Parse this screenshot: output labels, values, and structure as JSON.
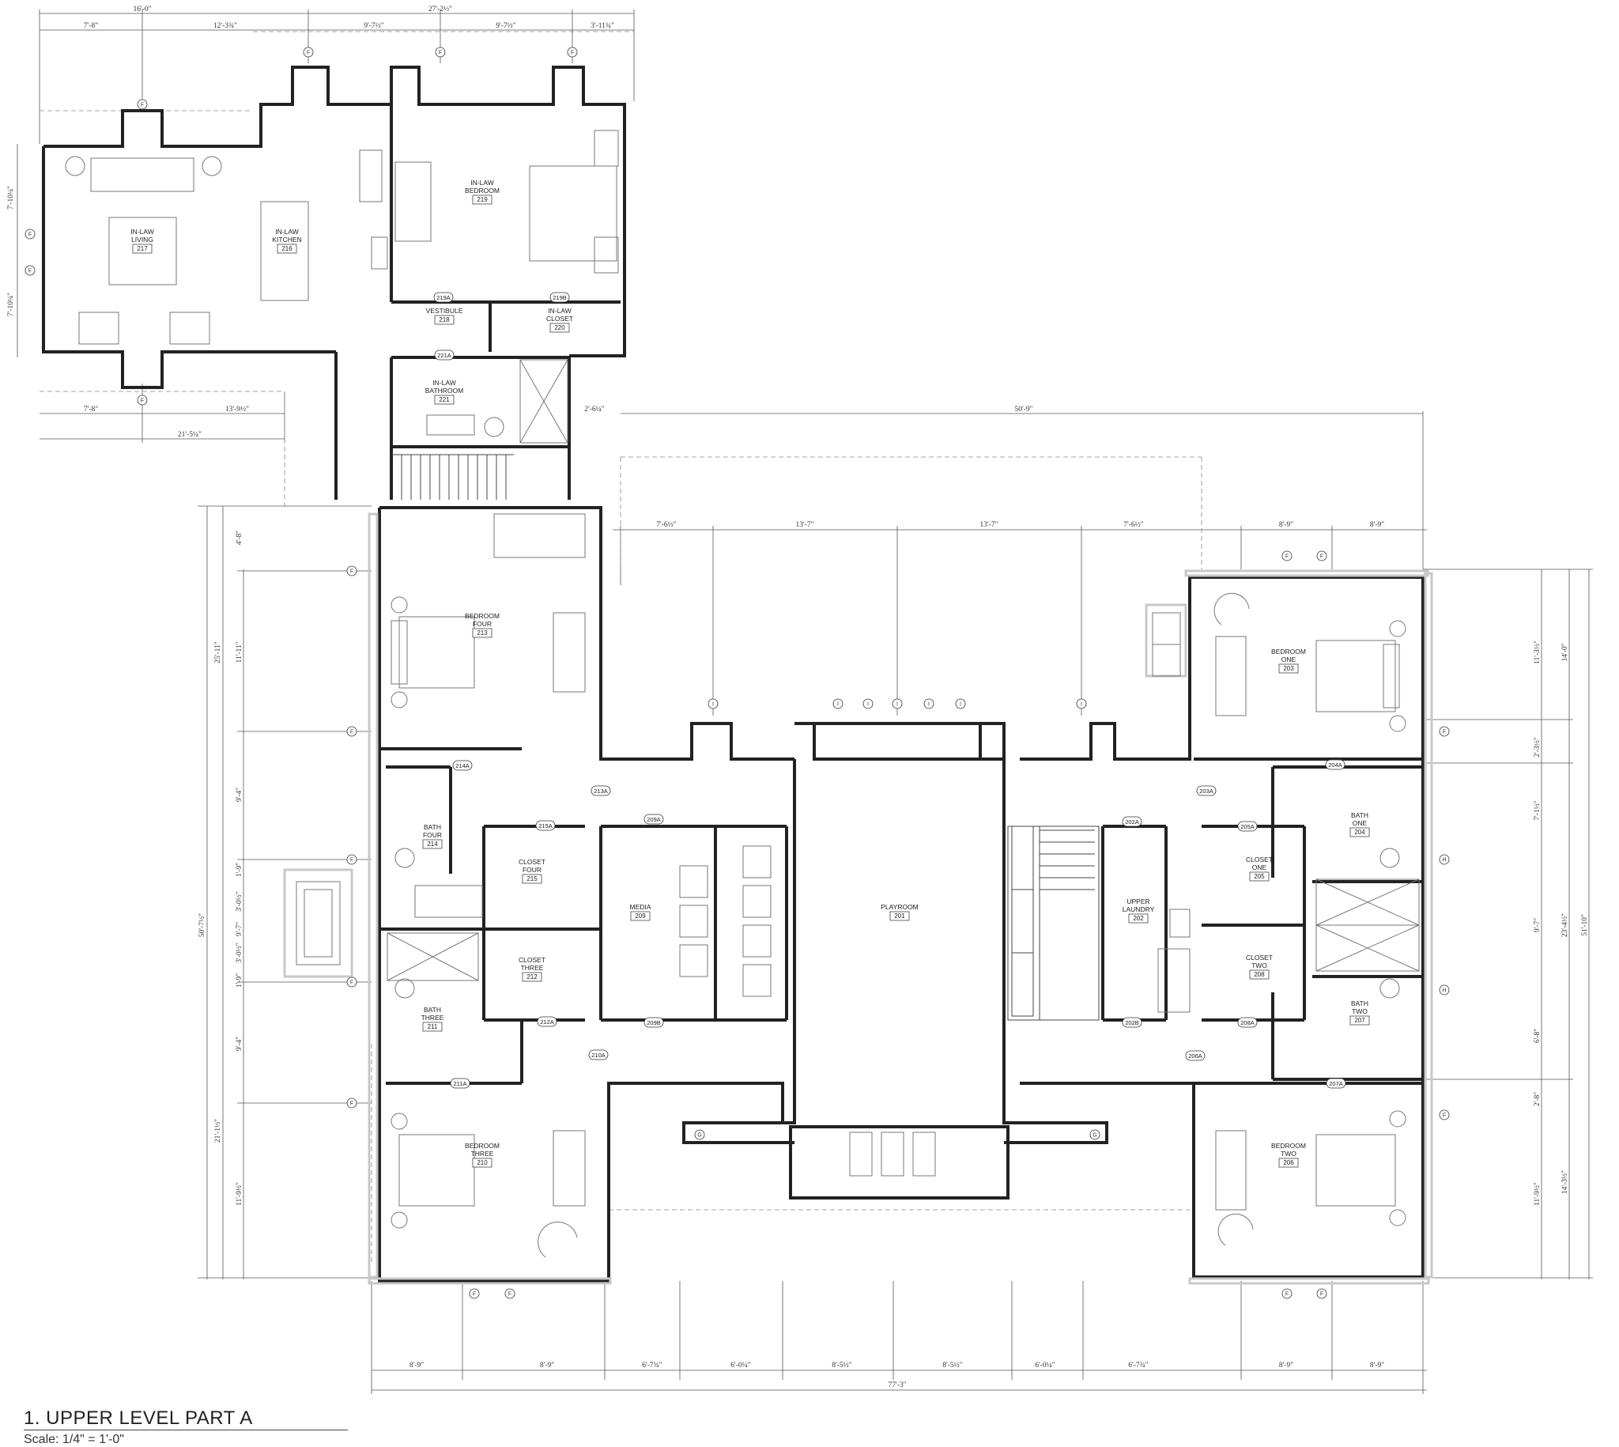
{
  "drawing": {
    "title": "1. UPPER LEVEL PART A",
    "scale": "Scale: 1/4\" = 1'-0\""
  },
  "rooms": [
    {
      "id": "inlaw-living",
      "lines": [
        "IN-LAW",
        "LIVING"
      ],
      "number": "217"
    },
    {
      "id": "inlaw-kitchen",
      "lines": [
        "IN-LAW",
        "KITCHEN"
      ],
      "number": "216"
    },
    {
      "id": "inlaw-bedroom",
      "lines": [
        "IN-LAW",
        "BEDROOM"
      ],
      "number": "219"
    },
    {
      "id": "vestibule",
      "lines": [
        "VESTIBULE"
      ],
      "number": "218"
    },
    {
      "id": "inlaw-closet",
      "lines": [
        "IN-LAW",
        "CLOSET"
      ],
      "number": "220"
    },
    {
      "id": "inlaw-bathroom",
      "lines": [
        "IN-LAW",
        "BATHROOM"
      ],
      "number": "221"
    },
    {
      "id": "bedroom-four",
      "lines": [
        "BEDROOM",
        "FOUR"
      ],
      "number": "213"
    },
    {
      "id": "bath-four",
      "lines": [
        "BATH",
        "FOUR"
      ],
      "number": "214"
    },
    {
      "id": "closet-four",
      "lines": [
        "CLOSET",
        "FOUR"
      ],
      "number": "215"
    },
    {
      "id": "media",
      "lines": [
        "MEDIA"
      ],
      "number": "209"
    },
    {
      "id": "closet-three",
      "lines": [
        "CLOSET",
        "THREE"
      ],
      "number": "212"
    },
    {
      "id": "bath-three",
      "lines": [
        "BATH",
        "THREE"
      ],
      "number": "211"
    },
    {
      "id": "bedroom-three",
      "lines": [
        "BEDROOM",
        "THREE"
      ],
      "number": "210"
    },
    {
      "id": "playroom",
      "lines": [
        "PLAYROOM"
      ],
      "number": "201"
    },
    {
      "id": "upper-laundry",
      "lines": [
        "UPPER",
        "LAUNDRY"
      ],
      "number": "202"
    },
    {
      "id": "bedroom-one",
      "lines": [
        "BEDROOM",
        "ONE"
      ],
      "number": "203"
    },
    {
      "id": "bath-one",
      "lines": [
        "BATH",
        "ONE"
      ],
      "number": "204"
    },
    {
      "id": "closet-one",
      "lines": [
        "CLOSET",
        "ONE"
      ],
      "number": "205"
    },
    {
      "id": "closet-two",
      "lines": [
        "CLOSET",
        "TWO"
      ],
      "number": "208"
    },
    {
      "id": "bath-two",
      "lines": [
        "BATH",
        "TWO"
      ],
      "number": "207"
    },
    {
      "id": "bedroom-two",
      "lines": [
        "BEDROOM",
        "TWO"
      ],
      "number": "206"
    }
  ],
  "door_tags": [
    "219A",
    "219B",
    "221A",
    "214A",
    "213A",
    "215A",
    "209A",
    "209B",
    "212A",
    "210A",
    "211A",
    "202A",
    "203A",
    "205A",
    "204A",
    "202B",
    "206A",
    "208A",
    "207A"
  ],
  "dimensions": {
    "top": [
      "16'-0\"",
      "27'-2½\"",
      "7'-8\"",
      "12'-3¾\"",
      "9'-7½\"",
      "9'-7½\"",
      "3'-11¾\""
    ],
    "inlaw_bottom": [
      "7'-8\"",
      "13'-9½\"",
      "21'-5¼\""
    ],
    "inlaw_left": [
      "7'-10¼\"",
      "7'-10¼\""
    ],
    "mid_small": "2'-6¼\"",
    "overall_upper": "50'-9\"",
    "upper_row": [
      "7'-6½\"",
      "13'-7\"",
      "13'-7\"",
      "7'-6½\"",
      "8'-9\"",
      "8'-9\""
    ],
    "left_side": [
      "4'-8\"",
      "11'-11\"",
      "25'-11\"",
      "9'-4\"",
      "1'-9\"",
      "3'-0½\"",
      "9'-7\"",
      "3'-0½\"",
      "1'-9\"",
      "9'-4\"",
      "50'-7½\"",
      "21'-1½\"",
      "11'-9½\""
    ],
    "right_side": [
      "11'-3½\"",
      "14'-0\"",
      "2'-3½\"",
      "7'-1½\"",
      "9'-7\"",
      "23'-4½\"",
      "51'-10\"",
      "6'-8\"",
      "2'-8\"",
      "14'-3½\"",
      "11'-9½\""
    ],
    "bottom_row": [
      "8'-9\"",
      "8'-9\"",
      "6'-7¾\"",
      "6'-0¼\"",
      "8'-5½\"",
      "8'-5½\"",
      "6'-0¼\"",
      "6'-7¾\"",
      "8'-9\"",
      "8'-9\""
    ],
    "overall_bottom": "77'-3\""
  },
  "grid_markers": [
    "F",
    "G",
    "H",
    "I"
  ]
}
